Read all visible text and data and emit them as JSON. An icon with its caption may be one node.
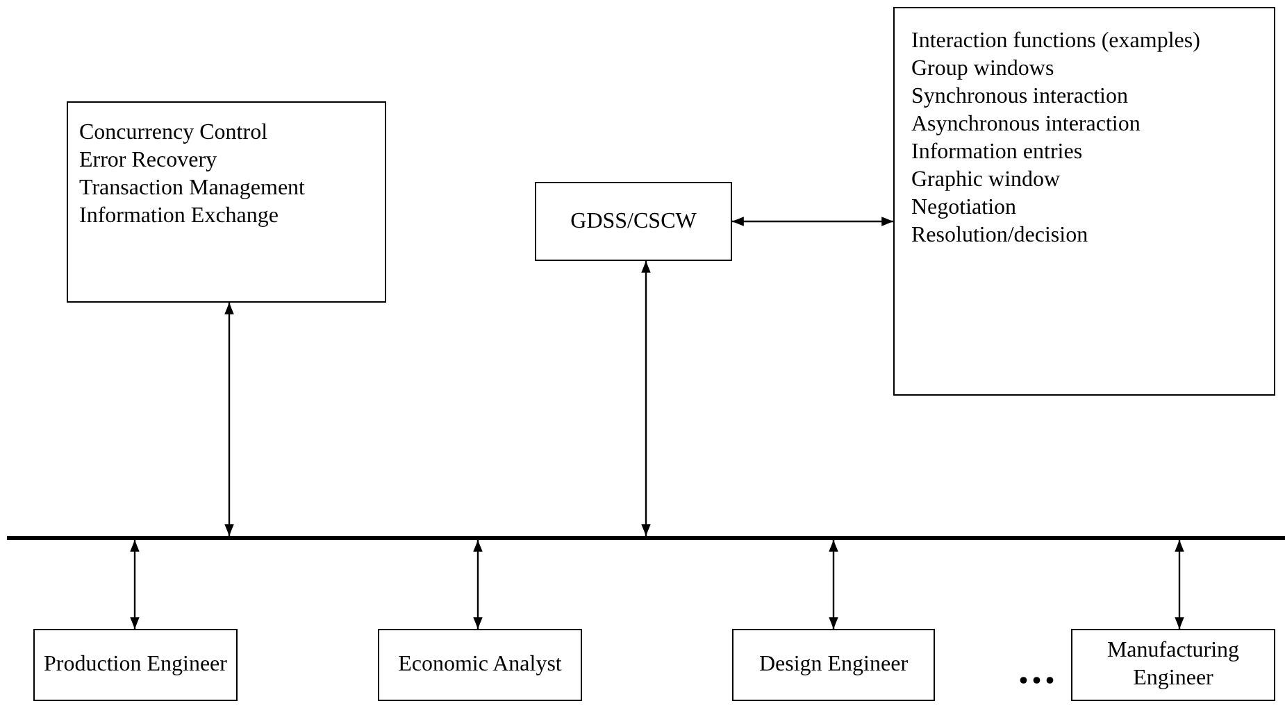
{
  "diagram": {
    "nodes": [
      {
        "text": [
          "Concurrency Control",
          "Error Recovery",
          "Transaction Management",
          "Information Exchange"
        ]
      },
      {
        "text": [
          "GDSS/CSCW"
        ]
      },
      {
        "text": [
          "Interaction functions (examples)",
          "Group windows",
          "Synchronous interaction",
          "Asynchronous interaction",
          "Information entries",
          "Graphic window",
          "Negotiation",
          "Resolution/decision"
        ]
      },
      {
        "text": [],
        "shape": "bar"
      },
      {
        "text": [
          "Production Engineer"
        ]
      },
      {
        "text": [
          "Economic Analyst"
        ]
      },
      {
        "text": [
          "Design Engineer"
        ]
      },
      {
        "text": [
          "Manufacturing Engineer"
        ]
      }
    ],
    "edges": [
      {
        "from": 0,
        "to": 3,
        "arrow": "both"
      },
      {
        "from": 1,
        "to": 3,
        "arrow": "both"
      },
      {
        "from": 1,
        "to": 2,
        "arrow": "both"
      },
      {
        "from": 3,
        "to": 4,
        "arrow": "both"
      },
      {
        "from": 3,
        "to": 5,
        "arrow": "both"
      },
      {
        "from": 3,
        "to": 6,
        "arrow": "both"
      },
      {
        "from": 3,
        "to": 7,
        "arrow": "both"
      }
    ],
    "labels": [
      "..."
    ]
  }
}
